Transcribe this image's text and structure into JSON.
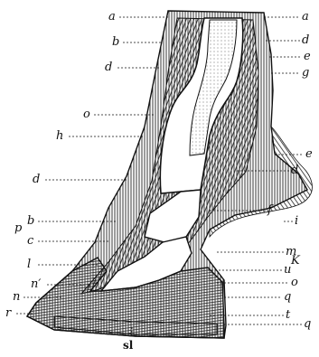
{
  "figure": {
    "description": "Anatomical engraving: longitudinal section of a horse's lower leg and hoof"
  },
  "labels": {
    "a_left": "a",
    "b_upper": "b",
    "d_left_upper": "d",
    "o_mid": "o",
    "h": "h",
    "d_left_mid": "d",
    "p": "p",
    "b_lower": "b",
    "c_left": "c",
    "l": "l",
    "n_prime": "n′",
    "n": "n",
    "r": "r",
    "sl": "sl",
    "a_right": "a",
    "d_right_upper": "d",
    "e_upper": "e",
    "g": "g",
    "e_lower": "e",
    "d_right_lower": "d",
    "f": "f",
    "i": "i",
    "m": "m",
    "k": "K",
    "u": "u",
    "o_right": "o",
    "q_upper": "q",
    "t": "t",
    "q_lower": "q"
  }
}
